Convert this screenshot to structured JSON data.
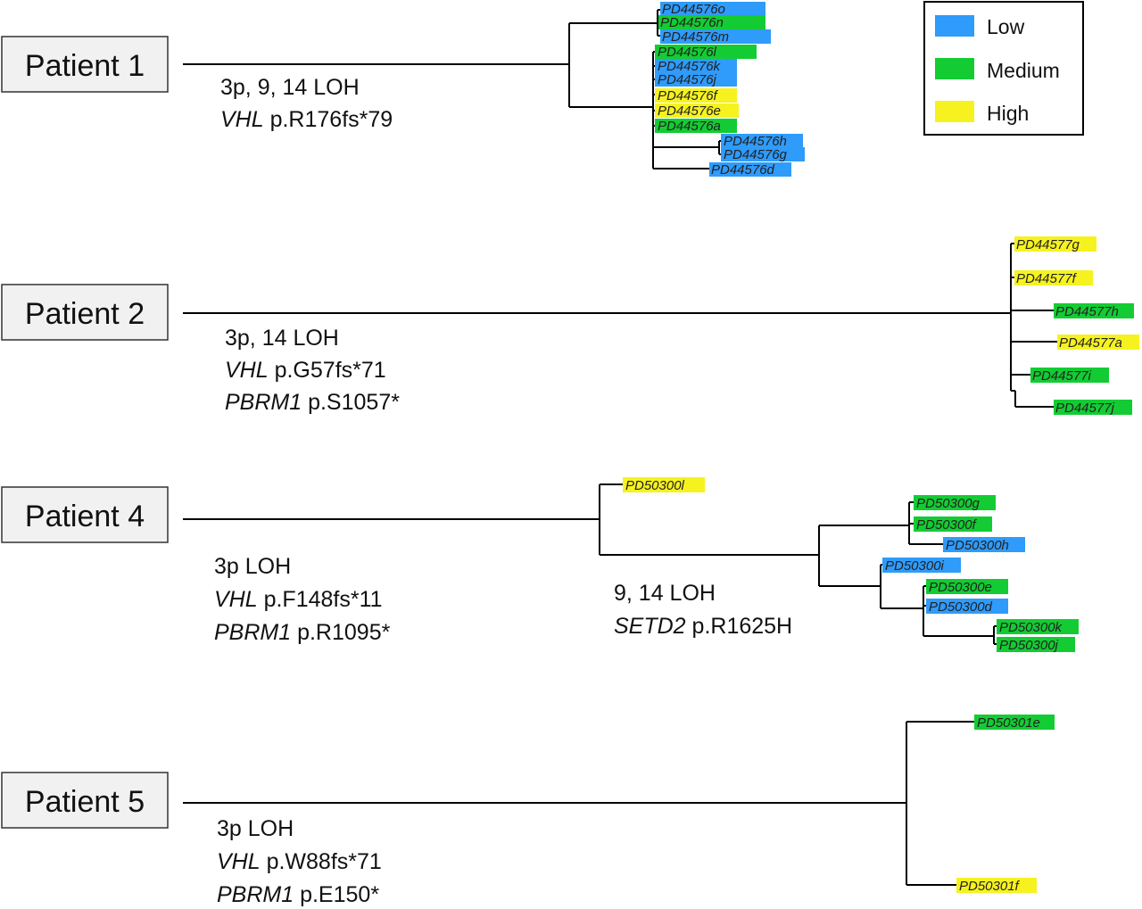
{
  "legend": {
    "items": [
      {
        "key": "low",
        "label": "Low",
        "color": "#2f9bfa"
      },
      {
        "key": "medium",
        "label": "Medium",
        "color": "#13cc33"
      },
      {
        "key": "high",
        "label": "High",
        "color": "#f6f21f"
      }
    ]
  },
  "patients": [
    {
      "label": "Patient 1",
      "trunk": [
        {
          "gene": "",
          "text": "3p, 9, 14 LOH"
        },
        {
          "gene": "VHL",
          "text": " p.R176fs*79"
        }
      ],
      "leaves": [
        {
          "name": "PD44576o",
          "level": "low"
        },
        {
          "name": "PD44576n",
          "level": "medium"
        },
        {
          "name": "PD44576m",
          "level": "low"
        },
        {
          "name": "PD44576l",
          "level": "medium"
        },
        {
          "name": "PD44576k",
          "level": "low"
        },
        {
          "name": "PD44576j",
          "level": "low"
        },
        {
          "name": "PD44576f",
          "level": "high"
        },
        {
          "name": "PD44576e",
          "level": "high"
        },
        {
          "name": "PD44576a",
          "level": "medium"
        },
        {
          "name": "PD44576h",
          "level": "low"
        },
        {
          "name": "PD44576g",
          "level": "low"
        },
        {
          "name": "PD44576d",
          "level": "low"
        }
      ]
    },
    {
      "label": "Patient 2",
      "trunk": [
        {
          "gene": "",
          "text": "3p, 14 LOH"
        },
        {
          "gene": "VHL",
          "text": " p.G57fs*71"
        },
        {
          "gene": "PBRM1",
          "text": " p.S1057*"
        }
      ],
      "leaves": [
        {
          "name": "PD44577g",
          "level": "high"
        },
        {
          "name": "PD44577f",
          "level": "high"
        },
        {
          "name": "PD44577h",
          "level": "medium"
        },
        {
          "name": "PD44577a",
          "level": "high"
        },
        {
          "name": "PD44577i",
          "level": "medium"
        },
        {
          "name": "PD44577j",
          "level": "medium"
        }
      ]
    },
    {
      "label": "Patient 4",
      "trunk": [
        {
          "gene": "",
          "text": "3p LOH"
        },
        {
          "gene": "VHL",
          "text": " p.F148fs*11"
        },
        {
          "gene": "PBRM1",
          "text": " p.R1095*"
        }
      ],
      "branch_annotation": [
        {
          "gene": "",
          "text": "9, 14 LOH"
        },
        {
          "gene": "SETD2",
          "text": " p.R1625H"
        }
      ],
      "leaves": [
        {
          "name": "PD50300l",
          "level": "high"
        },
        {
          "name": "PD50300g",
          "level": "medium"
        },
        {
          "name": "PD50300f",
          "level": "medium"
        },
        {
          "name": "PD50300h",
          "level": "low"
        },
        {
          "name": "PD50300i",
          "level": "low"
        },
        {
          "name": "PD50300e",
          "level": "medium"
        },
        {
          "name": "PD50300d",
          "level": "low"
        },
        {
          "name": "PD50300k",
          "level": "medium"
        },
        {
          "name": "PD50300j",
          "level": "medium"
        }
      ]
    },
    {
      "label": "Patient 5",
      "trunk": [
        {
          "gene": "",
          "text": "3p LOH"
        },
        {
          "gene": "VHL",
          "text": " p.W88fs*71"
        },
        {
          "gene": "PBRM1",
          "text": " p.E150*"
        }
      ],
      "leaves": [
        {
          "name": "PD50301e",
          "level": "medium"
        },
        {
          "name": "PD50301f",
          "level": "high"
        }
      ]
    }
  ]
}
